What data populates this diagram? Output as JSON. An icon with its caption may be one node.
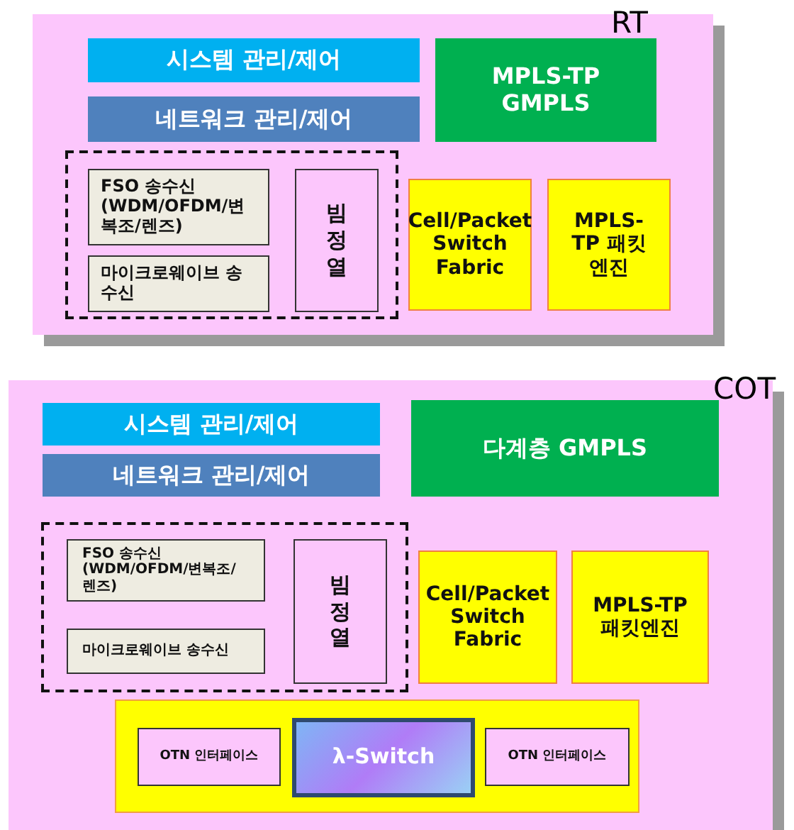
{
  "diagram": {
    "nodes": [
      {
        "text": [
          "RT"
        ]
      },
      {
        "text": [
          "시스템 관리/제어"
        ],
        "in": 0
      },
      {
        "text": [
          "네트워크 관리/제어"
        ],
        "in": 0
      },
      {
        "text": [
          "MPLS-TP GMPLS"
        ],
        "in": 0
      },
      {
        "text": [],
        "shape": "box",
        "in": 0
      },
      {
        "text": [
          "FSO 송수신 (WDM/OFDM/변복조/렌즈)"
        ],
        "in": 4
      },
      {
        "text": [
          "마이크로웨이브 송수신"
        ],
        "in": 4
      },
      {
        "text": [
          "빔정열"
        ],
        "in": 4
      },
      {
        "text": [
          "Cell/Packet Switch Fabric"
        ],
        "in": 0
      },
      {
        "text": [
          "MPLS-TP 패킷엔진"
        ],
        "in": 0
      },
      {
        "text": [
          "COT"
        ]
      },
      {
        "text": [
          "시스템 관리/제어"
        ],
        "in": 10
      },
      {
        "text": [
          "네트워크 관리/제어"
        ],
        "in": 10
      },
      {
        "text": [
          "다계층 GMPLS"
        ],
        "in": 10
      },
      {
        "text": [],
        "shape": "box",
        "in": 10
      },
      {
        "text": [
          "FSO 송수신 (WDM/OFDM/변복조/렌즈)"
        ],
        "in": 14
      },
      {
        "text": [
          "마이크로웨이브 송수신"
        ],
        "in": 14
      },
      {
        "text": [
          "빔정열"
        ],
        "in": 14
      },
      {
        "text": [
          "Cell/Packet Switch Fabric"
        ],
        "in": 10
      },
      {
        "text": [
          "MPLS-TP 패킷엔진"
        ],
        "in": 10
      },
      {
        "text": [],
        "shape": "box",
        "in": 10
      },
      {
        "text": [
          "OTN 인터페이스"
        ],
        "in": 20
      },
      {
        "text": [
          "λ-Switch"
        ],
        "in": 20
      },
      {
        "text": [
          "OTN 인터페이스"
        ],
        "in": 20
      }
    ]
  }
}
